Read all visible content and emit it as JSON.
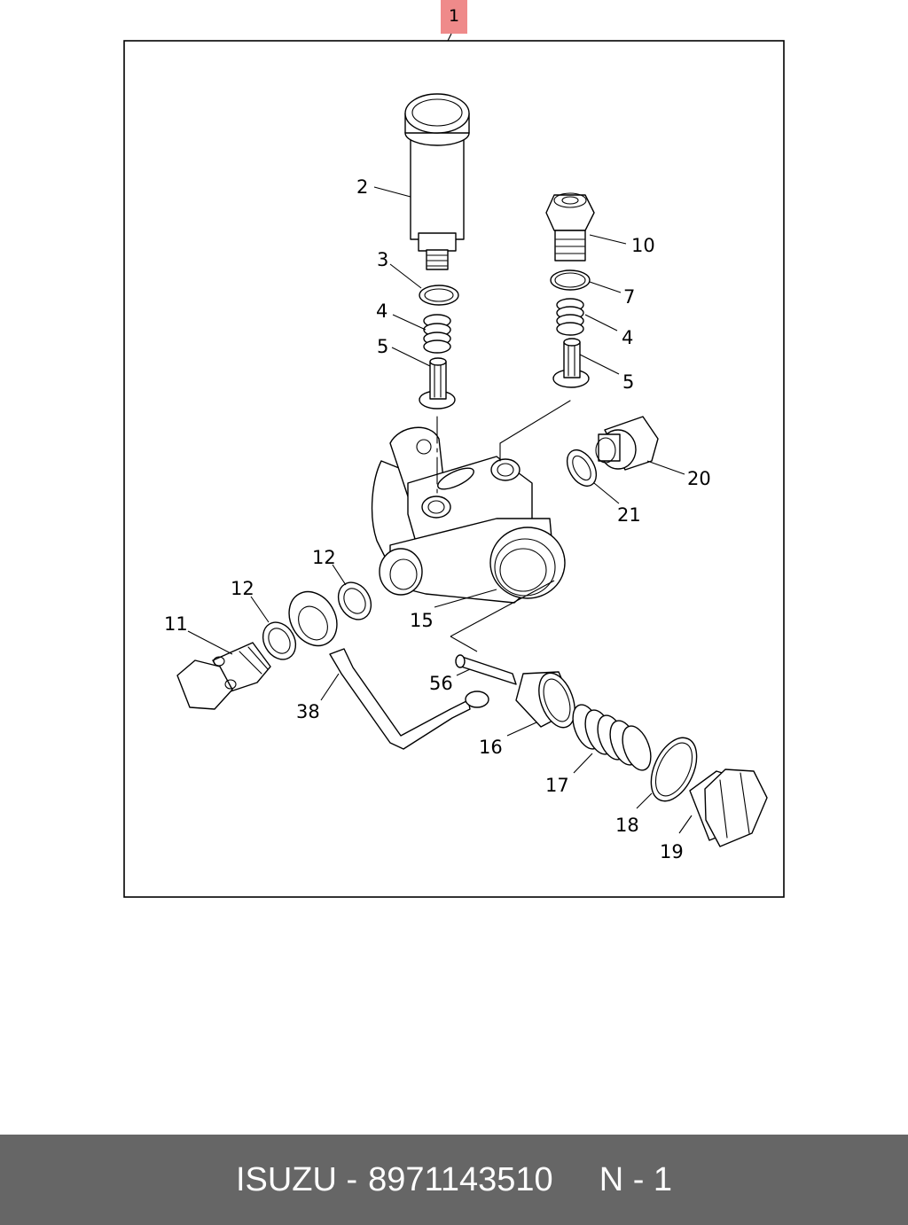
{
  "diagram": {
    "reference_tag": "1",
    "callouts": [
      "2",
      "10",
      "3",
      "7",
      "4",
      "4",
      "5",
      "5",
      "20",
      "21",
      "12",
      "12",
      "15",
      "11",
      "56",
      "38",
      "16",
      "17",
      "18",
      "19"
    ]
  },
  "footer": {
    "brand": "ISUZU -",
    "part_number": "8971143510",
    "page": "N - 1"
  },
  "colors": {
    "footer_bg": "#666666",
    "reference_tag_bg": "#ef8a8a"
  }
}
